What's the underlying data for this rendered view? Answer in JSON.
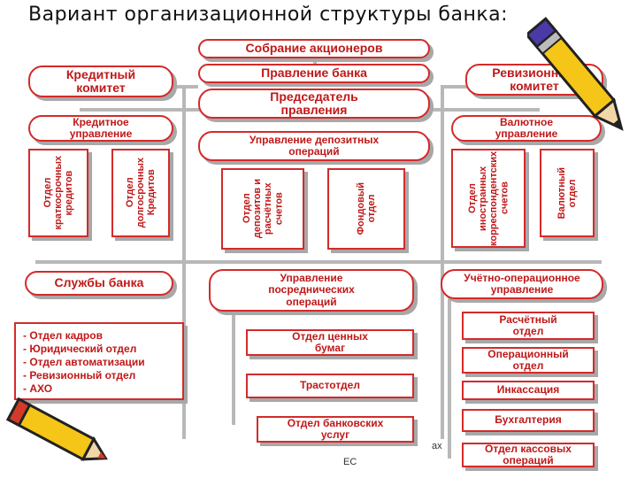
{
  "title": "Вариант организационной структуры банка:",
  "top": {
    "shareholders": "Собрание акционеров",
    "board": "Правление банка",
    "chairman": "Председатель\nправления",
    "credit_committee": "Кредитный\nкомитет",
    "audit_committee": "Ревизионный\nкомитет"
  },
  "credit": {
    "dept": "Кредитное\nуправление",
    "short": "Отдел\nкраткосрочных\nкредитов",
    "long": "Отдел\nдолгосрочных\nКредитов"
  },
  "deposit": {
    "dept": "Управление депозитных\nопераций",
    "settlement": "Отдел\nдепозитов и\nрасчётных\nсчетов",
    "fund": "Фондовый\nотдел"
  },
  "currency": {
    "dept": "Валютное\nуправление",
    "foreign": "Отдел иностранных\nкорреспондентских\nсчетов",
    "fx": "Валютный\nотдел"
  },
  "services": {
    "dept": "Службы   банка",
    "items": [
      "- Отдел    кадров",
      "- Юридический  отдел",
      "- Отдел  автоматизации",
      "- Ревизионный   отдел",
      "- АХО"
    ]
  },
  "intermediary": {
    "dept": "Управление\nпосреднических\nопераций",
    "securities": "Отдел    ценных\nбумаг",
    "trust": "Трастотдел",
    "bank_services": "Отдел  банковских\nуслуг"
  },
  "accounting": {
    "dept": "Учётно-операционное\nуправление",
    "settlement": "Расчётный\nотдел",
    "operational": "Операционный\nотдел",
    "collection": "Инкассация",
    "bookkeeping": "Бухгалтерия",
    "cash": "Отдел   кассовых\nопераций"
  },
  "footnote": {
    "line1": "ах",
    "line2": "ЕС"
  },
  "colors": {
    "border": "#d42a2a",
    "text": "#c01818",
    "connector": "#b8b8b8",
    "shadow": "#a8a8a8"
  },
  "icons": [
    "pencil-icon",
    "pencil-icon"
  ]
}
